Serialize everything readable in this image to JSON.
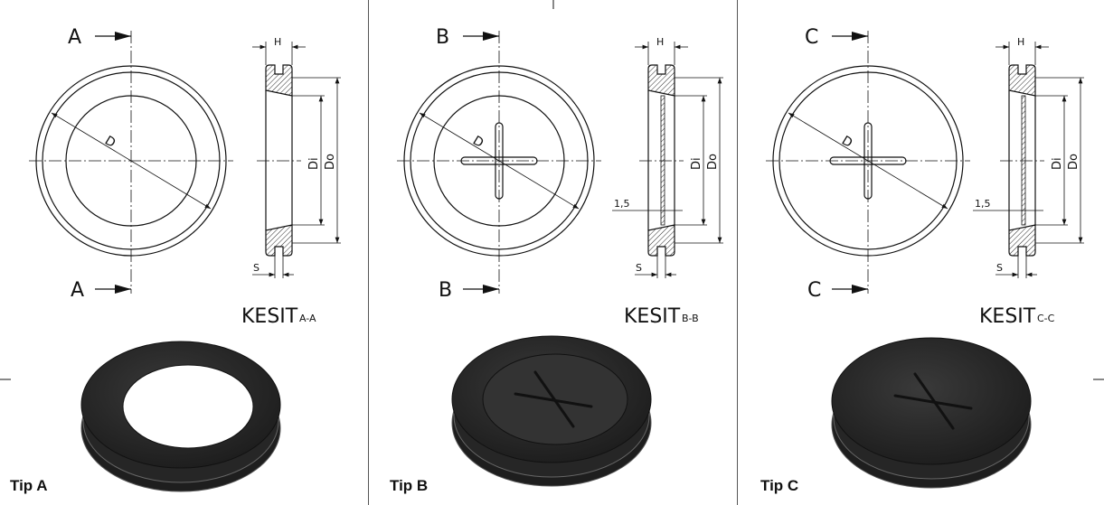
{
  "panels": [
    {
      "type": "A",
      "section_letter": "A",
      "title": "KESIT",
      "title_suffix": "A-A",
      "tip_label": "Tip A",
      "dims": {
        "diameter": "D",
        "height": "H",
        "inner": "Di",
        "outer": "Do",
        "slot": "S",
        "membrane": ""
      }
    },
    {
      "type": "B",
      "section_letter": "B",
      "title": "KESIT",
      "title_suffix": "B-B",
      "tip_label": "Tip B",
      "dims": {
        "diameter": "D",
        "height": "H",
        "inner": "Di",
        "outer": "Do",
        "slot": "S",
        "membrane": "1,5"
      }
    },
    {
      "type": "C",
      "section_letter": "C",
      "title": "KESIT",
      "title_suffix": "C-C",
      "tip_label": "Tip C",
      "dims": {
        "diameter": "D",
        "height": "H",
        "inner": "Di",
        "outer": "Do",
        "slot": "S",
        "membrane": "1,5"
      }
    }
  ],
  "colors": {
    "line": "#111111",
    "rubber": "#2b2b2b",
    "rubber_light": "#4a4a4a",
    "background": "#ffffff"
  }
}
